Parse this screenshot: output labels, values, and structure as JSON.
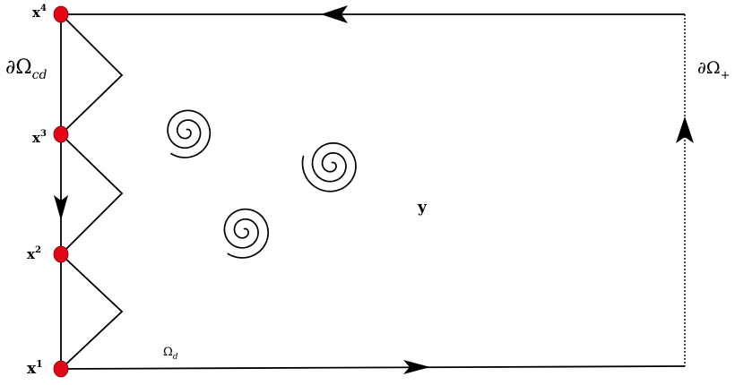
{
  "nodes": [
    {
      "id": "x1",
      "base": "x",
      "sup": "1"
    },
    {
      "id": "x2",
      "base": "x",
      "sup": "2"
    },
    {
      "id": "x3",
      "base": "x",
      "sup": "3"
    },
    {
      "id": "x4",
      "base": "x",
      "sup": "4"
    }
  ],
  "labels": {
    "boundary_cd": {
      "base": "∂Ω",
      "sub": "cd"
    },
    "boundary_plus": {
      "base": "∂Ω",
      "sub": "+"
    },
    "omega_d": {
      "base": "Ω",
      "sub": "d"
    },
    "y": "y"
  },
  "colors": {
    "node_fill": "#e30613",
    "stroke": "#000000"
  }
}
